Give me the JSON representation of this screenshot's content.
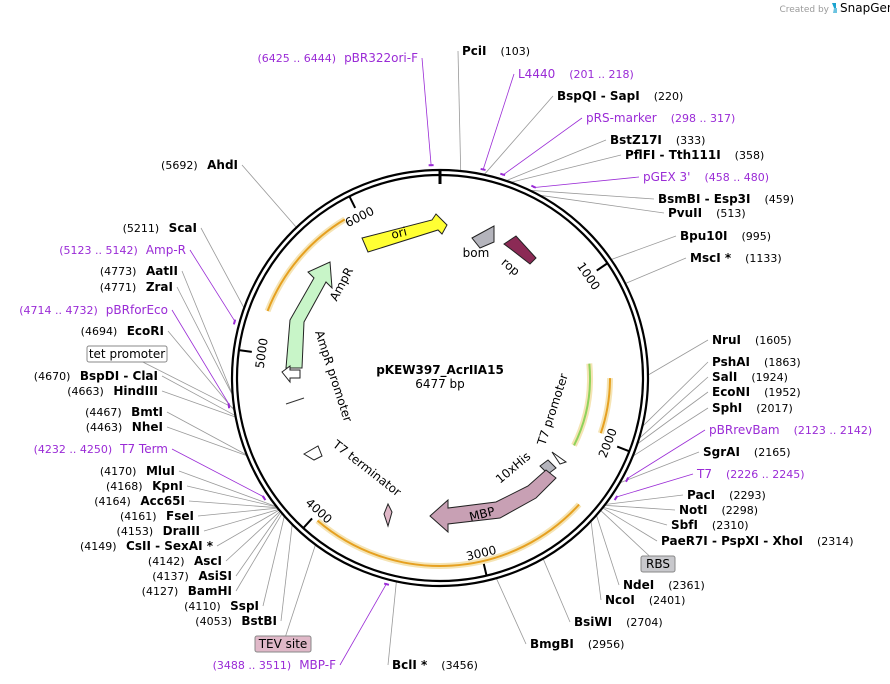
{
  "plasmid": {
    "name": "pKEW397_AcrIIA15",
    "length": "6477 bp"
  },
  "credit": {
    "text": "Created by",
    "brand": "SnapGene"
  },
  "colors": {
    "ori": "#ffff33",
    "amp": "#c8f5c8",
    "mbp": "#c8a0b4",
    "rop": "#8b2a55",
    "bom": "#b4b4bc",
    "orange": "#e6a020",
    "green_arrow": "#8fd25a",
    "primer": "#9a2bd6",
    "rbs_box": "#c8c8cc",
    "tev_box": "#e0b8c8"
  },
  "ticks": [
    "1000",
    "2000",
    "3000",
    "4000",
    "5000",
    "6000"
  ],
  "features": [
    {
      "label": "ori",
      "icon": "yellow-arrow"
    },
    {
      "label": "bom",
      "icon": "grey-box"
    },
    {
      "label": "rop",
      "icon": "maroon-arrow"
    },
    {
      "label": "AmpR",
      "icon": "light-green-arrow"
    },
    {
      "label": "AmpR promoter",
      "icon": "white-arrow"
    },
    {
      "label": "T7 promoter",
      "icon": "arrow"
    },
    {
      "label": "10xHis",
      "icon": "box"
    },
    {
      "label": "MBP",
      "icon": "mauve-arrow"
    },
    {
      "label": "T7 terminator",
      "icon": "hairpin"
    }
  ],
  "sites": [
    {
      "name": "PciI",
      "pos": "(103)",
      "side": "right"
    },
    {
      "name": "BspQI  -  SapI",
      "pos": "(220)",
      "side": "right"
    },
    {
      "name": "BstZ17I",
      "pos": "(333)",
      "side": "right"
    },
    {
      "name": "PflFI  -  Tth111I",
      "pos": "(358)",
      "side": "right"
    },
    {
      "name": "BsmBI  -  Esp3I",
      "pos": "(459)",
      "side": "right"
    },
    {
      "name": "PvuII",
      "pos": "(513)",
      "side": "right"
    },
    {
      "name": "Bpu10I",
      "pos": "(995)",
      "side": "right"
    },
    {
      "name": "MscI *",
      "pos": "(1133)",
      "side": "right"
    },
    {
      "name": "NruI",
      "pos": "(1605)",
      "side": "right"
    },
    {
      "name": "PshAI",
      "pos": "(1863)",
      "side": "right"
    },
    {
      "name": "SalI",
      "pos": "(1924)",
      "side": "right"
    },
    {
      "name": "EcoNI",
      "pos": "(1952)",
      "side": "right"
    },
    {
      "name": "SphI",
      "pos": "(2017)",
      "side": "right"
    },
    {
      "name": "SgrAI",
      "pos": "(2165)",
      "side": "right"
    },
    {
      "name": "PacI",
      "pos": "(2293)",
      "side": "right"
    },
    {
      "name": "NotI",
      "pos": "(2298)",
      "side": "right"
    },
    {
      "name": "SbfI",
      "pos": "(2310)",
      "side": "right"
    },
    {
      "name": "PaeR7I  -  PspXI  -  XhoI",
      "pos": "(2314)",
      "side": "right"
    },
    {
      "name": "NdeI",
      "pos": "(2361)",
      "side": "right"
    },
    {
      "name": "NcoI",
      "pos": "(2401)",
      "side": "right"
    },
    {
      "name": "BsiWI",
      "pos": "(2704)",
      "side": "right"
    },
    {
      "name": "BmgBI",
      "pos": "(2956)",
      "side": "right"
    },
    {
      "name": "BclI *",
      "pos": "(3456)",
      "side": "right"
    },
    {
      "name": "AhdI",
      "pos": "(5692)",
      "side": "left"
    },
    {
      "name": "ScaI",
      "pos": "(5211)",
      "side": "left"
    },
    {
      "name": "AatII",
      "pos": "(4773)",
      "side": "left"
    },
    {
      "name": "ZraI",
      "pos": "(4771)",
      "side": "left"
    },
    {
      "name": "EcoRI",
      "pos": "(4694)",
      "side": "left"
    },
    {
      "name": "BspDI  -  ClaI",
      "pos": "(4670)",
      "side": "left"
    },
    {
      "name": "HindIII",
      "pos": "(4663)",
      "side": "left"
    },
    {
      "name": "BmtI",
      "pos": "(4467)",
      "side": "left"
    },
    {
      "name": "NheI",
      "pos": "(4463)",
      "side": "left"
    },
    {
      "name": "MluI",
      "pos": "(4170)",
      "side": "left"
    },
    {
      "name": "KpnI",
      "pos": "(4168)",
      "side": "left"
    },
    {
      "name": "Acc65I",
      "pos": "(4164)",
      "side": "left"
    },
    {
      "name": "FseI",
      "pos": "(4161)",
      "side": "left"
    },
    {
      "name": "DraIII",
      "pos": "(4153)",
      "side": "left"
    },
    {
      "name": "CsII  -  SexAI *",
      "pos": "(4149)",
      "side": "left"
    },
    {
      "name": "AscI",
      "pos": "(4142)",
      "side": "left"
    },
    {
      "name": "AsiSI",
      "pos": "(4137)",
      "side": "left"
    },
    {
      "name": "BamHI",
      "pos": "(4127)",
      "side": "left"
    },
    {
      "name": "SspI",
      "pos": "(4110)",
      "side": "left"
    },
    {
      "name": "BstBI",
      "pos": "(4053)",
      "side": "left"
    }
  ],
  "primers": [
    {
      "name": "pBR322ori-F",
      "range": "(6425 .. 6444)"
    },
    {
      "name": "L4440",
      "range": "(201 .. 218)"
    },
    {
      "name": "pRS-marker",
      "range": "(298 .. 317)"
    },
    {
      "name": "pGEX 3'",
      "range": "(458 .. 480)"
    },
    {
      "name": "pBRrevBam",
      "range": "(2123 .. 2142)"
    },
    {
      "name": "T7",
      "range": "(2226 .. 2245)"
    },
    {
      "name": "Amp-R",
      "range": "(5123 .. 5142)"
    },
    {
      "name": "pBRforEco",
      "range": "(4714 .. 4732)"
    },
    {
      "name": "T7 Term",
      "range": "(4232 .. 4250)"
    },
    {
      "name": "MBP-F",
      "range": "(3488 .. 3511)"
    }
  ],
  "boxed_labels": [
    {
      "name": "tet promoter"
    },
    {
      "name": "RBS"
    },
    {
      "name": "TEV site"
    }
  ]
}
